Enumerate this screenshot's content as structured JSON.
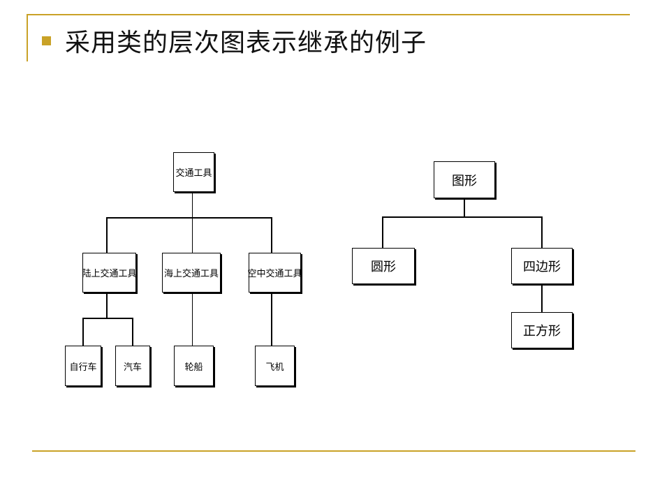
{
  "slide": {
    "title": "采用类的层次图表示继承的例子",
    "accent_color": "#c9a227",
    "bullet": "square-bullet-icon"
  },
  "tree_vehicles": {
    "root": "交通工具",
    "land": "陆上交通工具",
    "sea": "海上交通工具",
    "air": "空中交通工具",
    "bicycle": "自行车",
    "car": "汽车",
    "ship": "轮船",
    "plane": "飞机"
  },
  "tree_shapes": {
    "root": "图形",
    "circle": "圆形",
    "quad": "四边形",
    "square": "正方形"
  }
}
